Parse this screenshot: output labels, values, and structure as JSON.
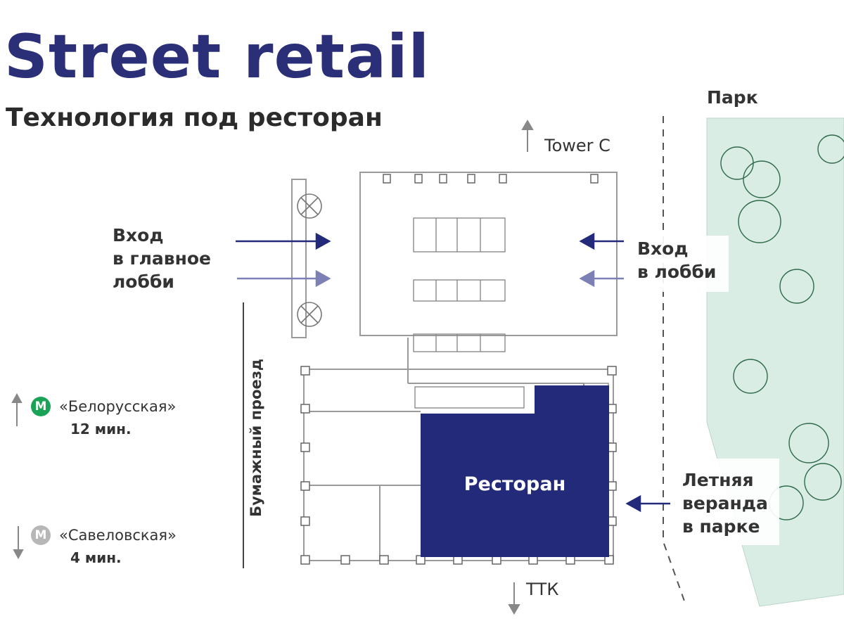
{
  "title": "Street retail",
  "subtitle": "Технология под ресторан",
  "labels": {
    "tower": "Tower C",
    "park": "Парк",
    "main_lobby": [
      "Вход",
      "в главное",
      "лобби"
    ],
    "lobby": [
      "Вход",
      "в лобби"
    ],
    "road": "Бумажный проезд",
    "restaurant": "Ресторан",
    "veranda": [
      "Летняя",
      "веранда",
      "в парке"
    ],
    "ttk": "ТТК"
  },
  "metro": [
    {
      "badge": "М",
      "name": "«Белорусская»",
      "time": "12 мин.",
      "color": "#1aa356",
      "direction": "up"
    },
    {
      "badge": "М",
      "name": "«Савеловская»",
      "time": "4 мин.",
      "color": "#b7b7b7",
      "direction": "down"
    }
  ],
  "colors": {
    "title": "#2a2f78",
    "restaurant_fill": "#232a7a",
    "arrow": "#232a7a",
    "park": "#d9ede4",
    "plan_lines": "#8a8a8a"
  }
}
